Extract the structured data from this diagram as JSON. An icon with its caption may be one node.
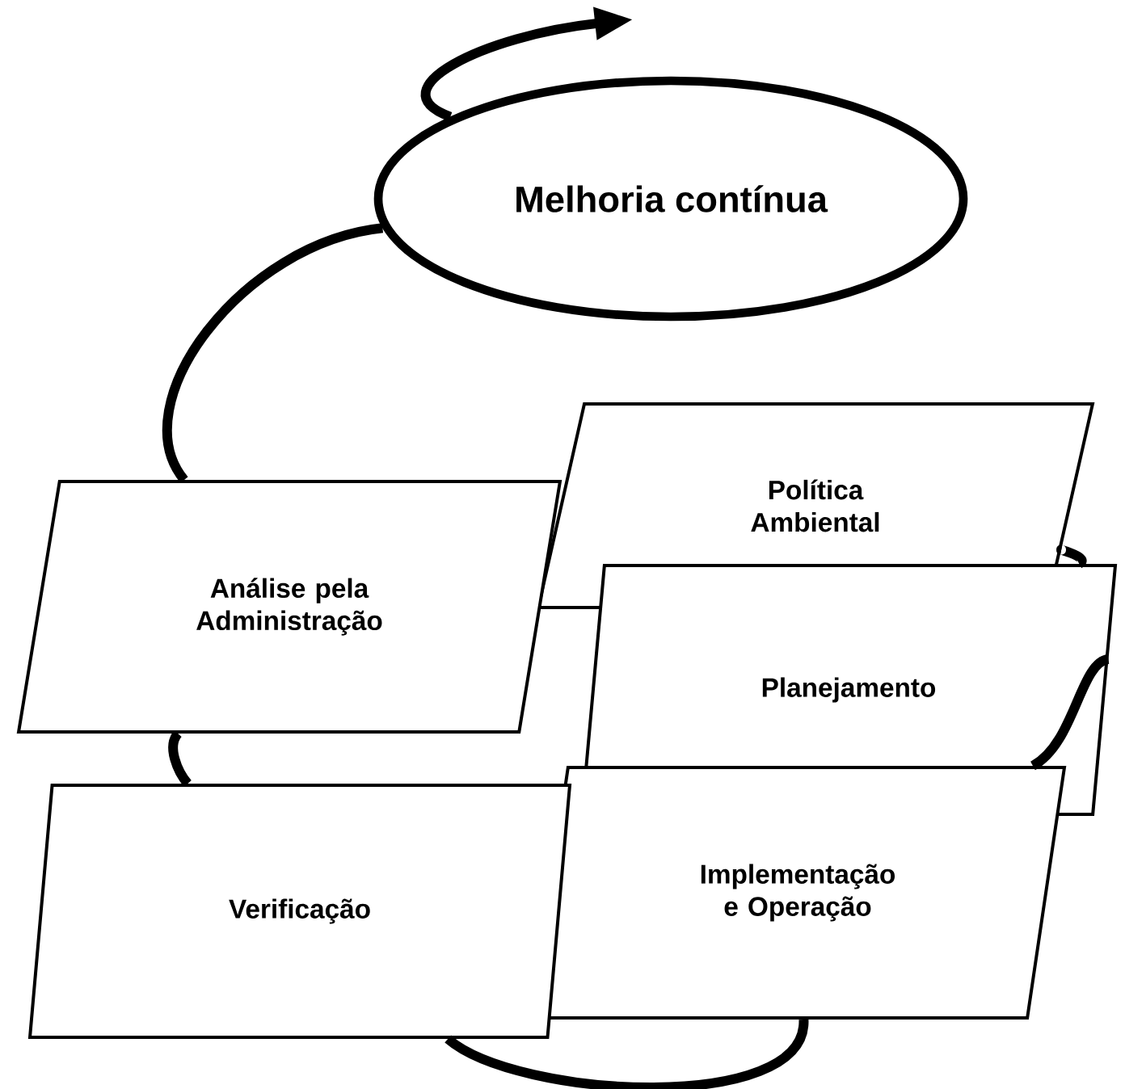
{
  "diagram": {
    "nodes": [
      {
        "text": [
          "Melhoria contínua"
        ]
      },
      {
        "text": [
          "Política Ambiental"
        ]
      },
      {
        "text": [
          "Planejamento"
        ]
      },
      {
        "text": [
          "Implementação e Operação"
        ]
      },
      {
        "text": [
          "Verificação"
        ]
      },
      {
        "text": [
          "Análise pela Administração"
        ]
      }
    ],
    "edges": [
      {
        "from": 1,
        "to": 2,
        "arrow": "none"
      },
      {
        "from": 2,
        "to": 3,
        "arrow": "none"
      },
      {
        "from": 3,
        "to": 4,
        "arrow": "none"
      },
      {
        "from": 4,
        "to": 5,
        "arrow": "none"
      },
      {
        "from": 5,
        "to": 0,
        "arrow": "none"
      },
      {
        "from": 0,
        "to": null,
        "arrow": "to"
      }
    ]
  }
}
